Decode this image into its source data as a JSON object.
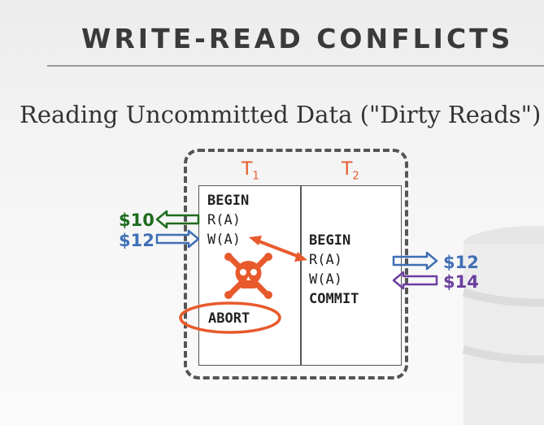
{
  "title": "WRITE-READ CONFLICTS",
  "subtitle": "Reading Uncommitted Data (\"Dirty Reads\")",
  "transactions": {
    "t1": {
      "label": "T",
      "sub": "1"
    },
    "t2": {
      "label": "T",
      "sub": "2"
    }
  },
  "t1_ops": [
    "BEGIN",
    "R(A)",
    "W(A)",
    "ABORT"
  ],
  "t2_ops": [
    "BEGIN",
    "R(A)",
    "W(A)",
    "COMMIT"
  ],
  "values": {
    "t1_read": "$10",
    "t1_write": "$12",
    "t2_read": "$12",
    "t2_write": "$14"
  },
  "colors": {
    "accent": "#e85a2c",
    "green": "#1e6b1e",
    "blue": "#3f6fb5",
    "purple": "#6b3fa0"
  },
  "icons": [
    "skull-crossbones-icon"
  ]
}
